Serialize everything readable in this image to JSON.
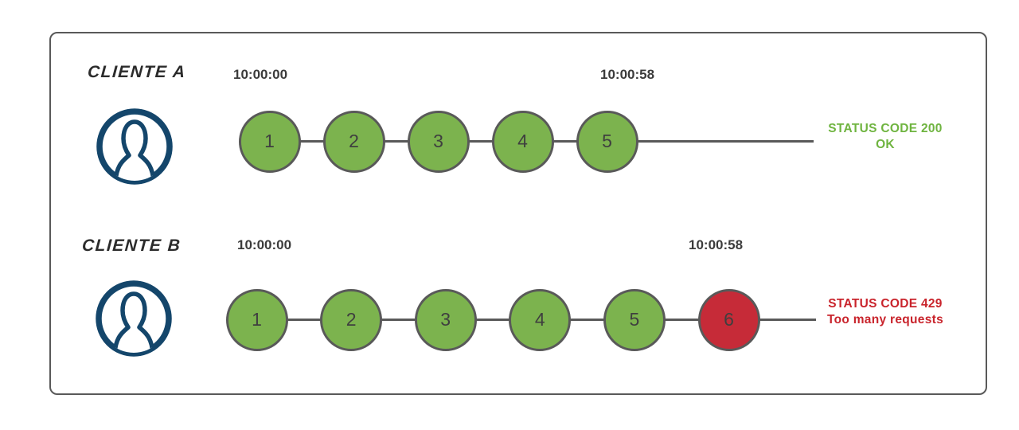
{
  "diagram": {
    "rows": [
      {
        "client": "CLIENTE A",
        "start_time": "10:00:00",
        "end_time": "10:00:58",
        "requests": [
          {
            "n": "1",
            "state": "ok"
          },
          {
            "n": "2",
            "state": "ok"
          },
          {
            "n": "3",
            "state": "ok"
          },
          {
            "n": "4",
            "state": "ok"
          },
          {
            "n": "5",
            "state": "ok"
          }
        ],
        "status": {
          "line1": "STATUS CODE 200",
          "line2": "OK",
          "state": "ok"
        }
      },
      {
        "client": "CLIENTE B",
        "start_time": "10:00:00",
        "end_time": "10:00:58",
        "requests": [
          {
            "n": "1",
            "state": "ok"
          },
          {
            "n": "2",
            "state": "ok"
          },
          {
            "n": "3",
            "state": "ok"
          },
          {
            "n": "4",
            "state": "ok"
          },
          {
            "n": "5",
            "state": "ok"
          },
          {
            "n": "6",
            "state": "blocked"
          }
        ],
        "status": {
          "line1": "STATUS CODE 429",
          "line2": "Too many requests",
          "state": "error"
        }
      }
    ],
    "colors": {
      "ok_fill": "#7CB34E",
      "blocked_fill": "#C62B38",
      "stroke": "#595959",
      "status_ok_text": "#6FB440",
      "status_error_text": "#C9242C",
      "avatar": "#14466B"
    }
  }
}
